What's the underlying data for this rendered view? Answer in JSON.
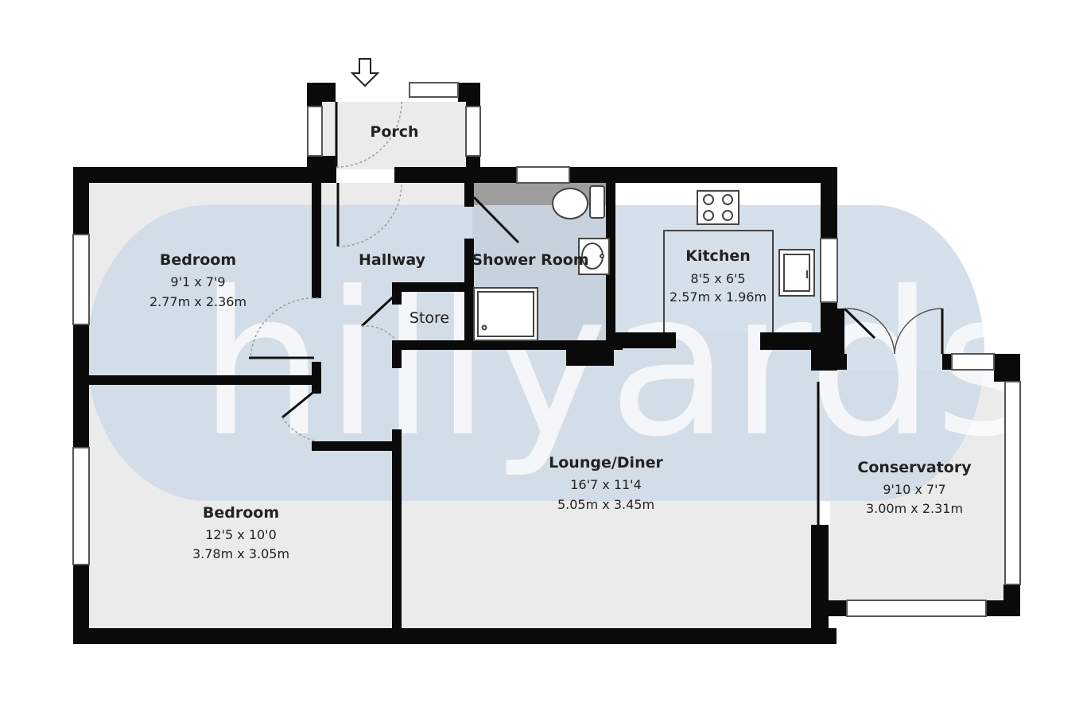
{
  "watermark": {
    "text": "hillyards."
  },
  "colors": {
    "wall": "#0a0a0a",
    "floor": "#ebebeb",
    "shower_floor": "#9e9e9e",
    "kitchen_floor": "#ffffff",
    "watermark_band": "#cfdbe6"
  },
  "rooms": {
    "porch": {
      "name": "Porch"
    },
    "hallway": {
      "name": "Hallway"
    },
    "store": {
      "name": "Store"
    },
    "shower_room": {
      "name": "Shower Room"
    },
    "kitchen": {
      "name": "Kitchen",
      "dim_imperial": "8'5 x 6'5",
      "dim_metric": "2.57m x 1.96m"
    },
    "bedroom1": {
      "name": "Bedroom",
      "dim_imperial": "9'1 x 7'9",
      "dim_metric": "2.77m x 2.36m"
    },
    "bedroom2": {
      "name": "Bedroom",
      "dim_imperial": "12'5 x 10'0",
      "dim_metric": "3.78m x 3.05m"
    },
    "lounge": {
      "name": "Lounge/Diner",
      "dim_imperial": "16'7 x 11'4",
      "dim_metric": "5.05m x 3.45m"
    },
    "conservatory": {
      "name": "Conservatory",
      "dim_imperial": "9'10 x 7'7",
      "dim_metric": "3.00m x 2.31m"
    }
  },
  "icons": [
    "entrance-arrow-icon",
    "toilet-icon",
    "basin-icon",
    "shower-tray-icon",
    "hob-icon",
    "sink-icon"
  ]
}
